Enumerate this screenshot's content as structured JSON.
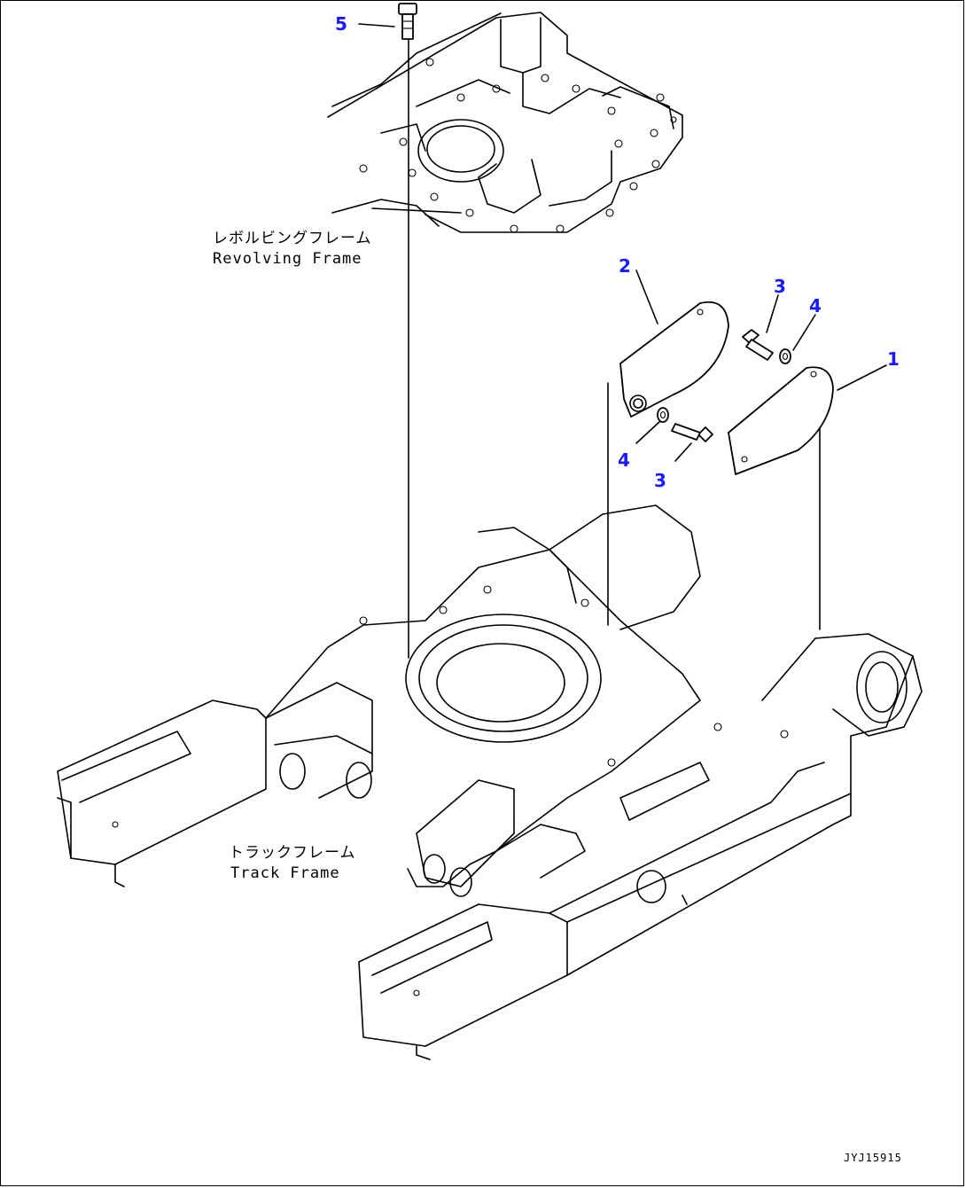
{
  "labels": {
    "revolving_frame_jp": "レボルビングフレーム",
    "revolving_frame_en": "Revolving Frame",
    "track_frame_jp": "トラックフレーム",
    "track_frame_en": "Track Frame",
    "drawing_id": "JYJ15915"
  },
  "callouts": {
    "c1": "1",
    "c2": "2",
    "c3_top": "3",
    "c3_bottom": "3",
    "c4_top": "4",
    "c4_bottom": "4",
    "c5": "5"
  },
  "colors": {
    "callout": "#1a1aff",
    "line": "#000000",
    "background": "#ffffff"
  }
}
